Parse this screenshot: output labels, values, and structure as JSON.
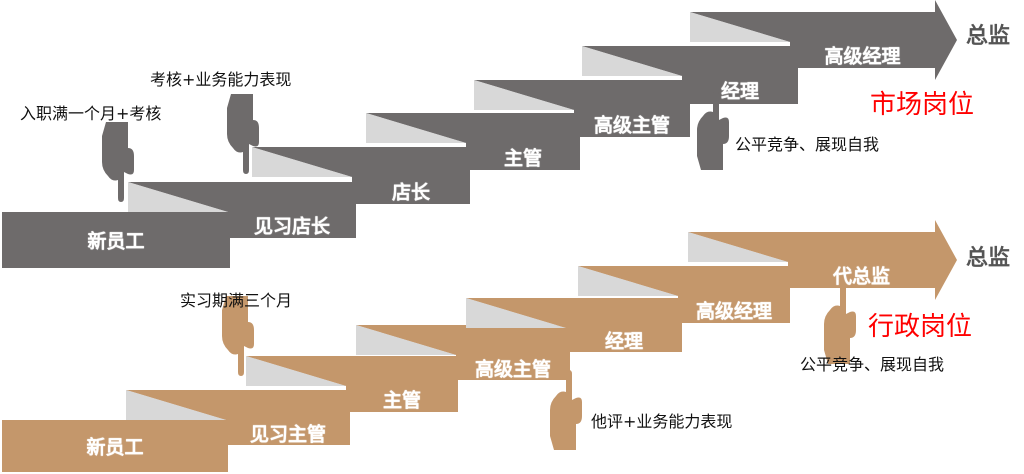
{
  "colors": {
    "market": "#6e6b6b",
    "admin": "#c4976b",
    "shadow": "#d8d8d8",
    "accent": "#ff0000"
  },
  "market": {
    "title": "市场岗位",
    "goal": "总监",
    "steps": [
      "新员工",
      "见习店长",
      "店长",
      "主管",
      "高级主管",
      "经理",
      "高级经理"
    ],
    "notes": [
      "入职满一个月+考核",
      "考核+业务能力表现",
      "公平竞争、展现自我"
    ]
  },
  "admin": {
    "title": "行政岗位",
    "goal": "总监",
    "steps": [
      "新员工",
      "见习主管",
      "主管",
      "高级主管",
      "经理",
      "高级经理",
      "代总监"
    ],
    "notes": [
      "实习期满三个月",
      "他评+业务能力表现",
      "公平竞争、展现自我"
    ]
  }
}
